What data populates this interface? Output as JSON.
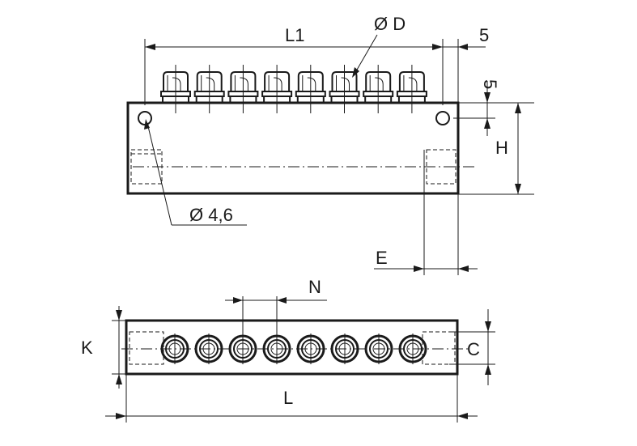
{
  "labels": {
    "L1": "L1",
    "D": "Ø D",
    "top_offset": "5",
    "side_offset": "5",
    "H": "H",
    "hole": "Ø 4,6",
    "E": "E",
    "N": "N",
    "K": "K",
    "C": "C",
    "L": "L"
  },
  "counts": {
    "outlets": 8
  },
  "colors": {
    "line": "#1a1a1a",
    "background": "#ffffff"
  }
}
